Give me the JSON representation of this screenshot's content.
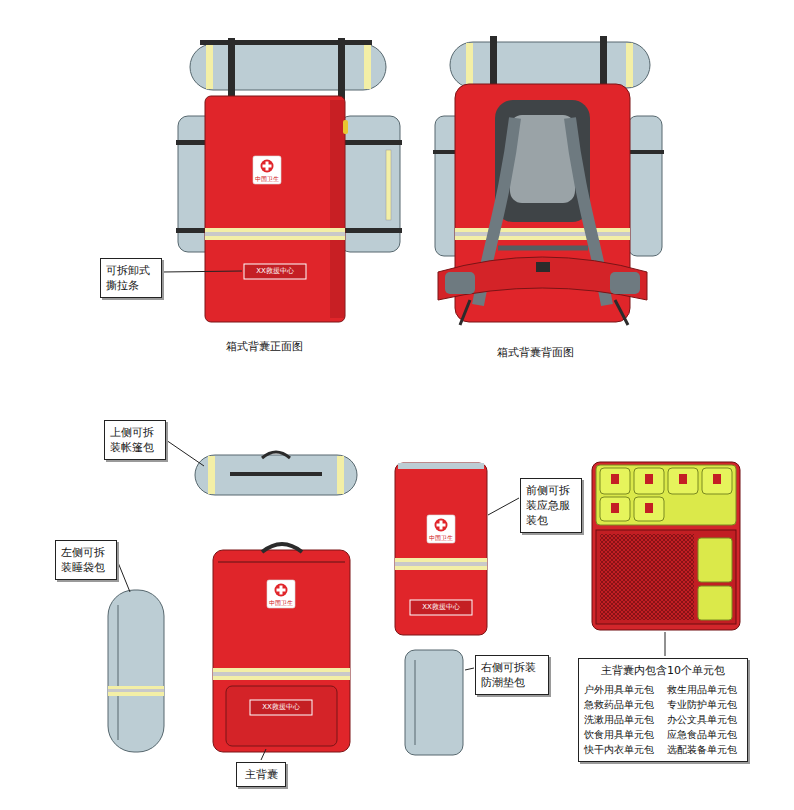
{
  "diagram": {
    "nodes": [
      {
        "text": [
          "可拆卸式 撕拉条"
        ]
      },
      {
        "text": [
          "上侧可拆 装帐篷包"
        ]
      },
      {
        "text": [
          "左侧可拆 装睡袋包"
        ]
      },
      {
        "text": [
          "前侧可拆 装应急服 装包"
        ]
      },
      {
        "text": [
          "右侧可拆装 防潮垫包"
        ]
      },
      {
        "text": [
          "主背囊"
        ]
      },
      {
        "text": [
          "主背囊内包含10个单元包",
          "户外用具单元包",
          "救生用品单元包",
          "急救药品单元包",
          "专业防护单元包",
          "洗漱用品单元包",
          "办公文具单元包",
          "饮食用具单元包",
          "应急食品单元包",
          "快干内衣单元包",
          "选配装备单元包"
        ]
      }
    ],
    "labels": [
      "中国卫生",
      "XX救援中心",
      "箱式背囊正面图",
      "箱式背囊背面图",
      "中国卫生",
      "XX救援中心",
      "中国卫生",
      "XX救援中心"
    ]
  }
}
